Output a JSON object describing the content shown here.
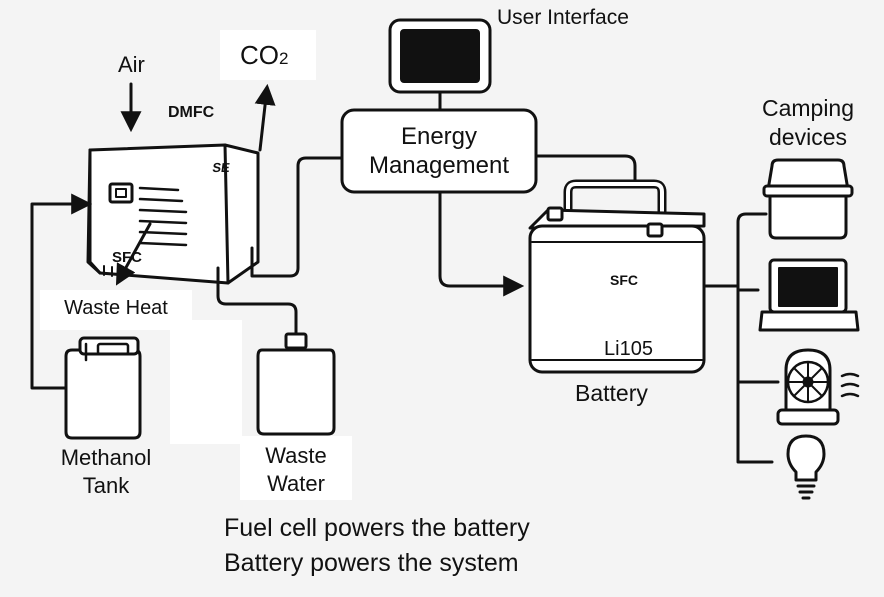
{
  "labels": {
    "air": "Air",
    "co2_main": "CO",
    "co2_sub": "2",
    "dmfc": "DMFC",
    "waste_heat": "Waste Heat",
    "methanol_tank": "Methanol\nTank",
    "waste_water": "Waste\nWater",
    "user_interface": "User Interface",
    "energy_management": "Energy\nManagement",
    "battery": "Battery",
    "camping_devices": "Camping\ndevices"
  },
  "device_marks": {
    "fuel_cell_logo": "SE",
    "fuel_cell_front": "SFC",
    "battery_logo": "SFC",
    "battery_model": "Li105"
  },
  "caption": {
    "line1": "Fuel cell powers the battery",
    "line2": "Battery powers the system"
  },
  "icons": {
    "fuel_cell": "dmfc-fuel-cell-icon",
    "methanol": "jerrycan-icon",
    "water": "bottle-icon",
    "monitor": "monitor-icon",
    "battery": "battery-icon",
    "cooler": "cooler-box-icon",
    "laptop": "laptop-icon",
    "fan": "fan-heater-icon",
    "bulb": "light-bulb-icon"
  },
  "colors": {
    "line": "#111111",
    "background": "#f4f4f4",
    "panel": "#ffffff"
  }
}
